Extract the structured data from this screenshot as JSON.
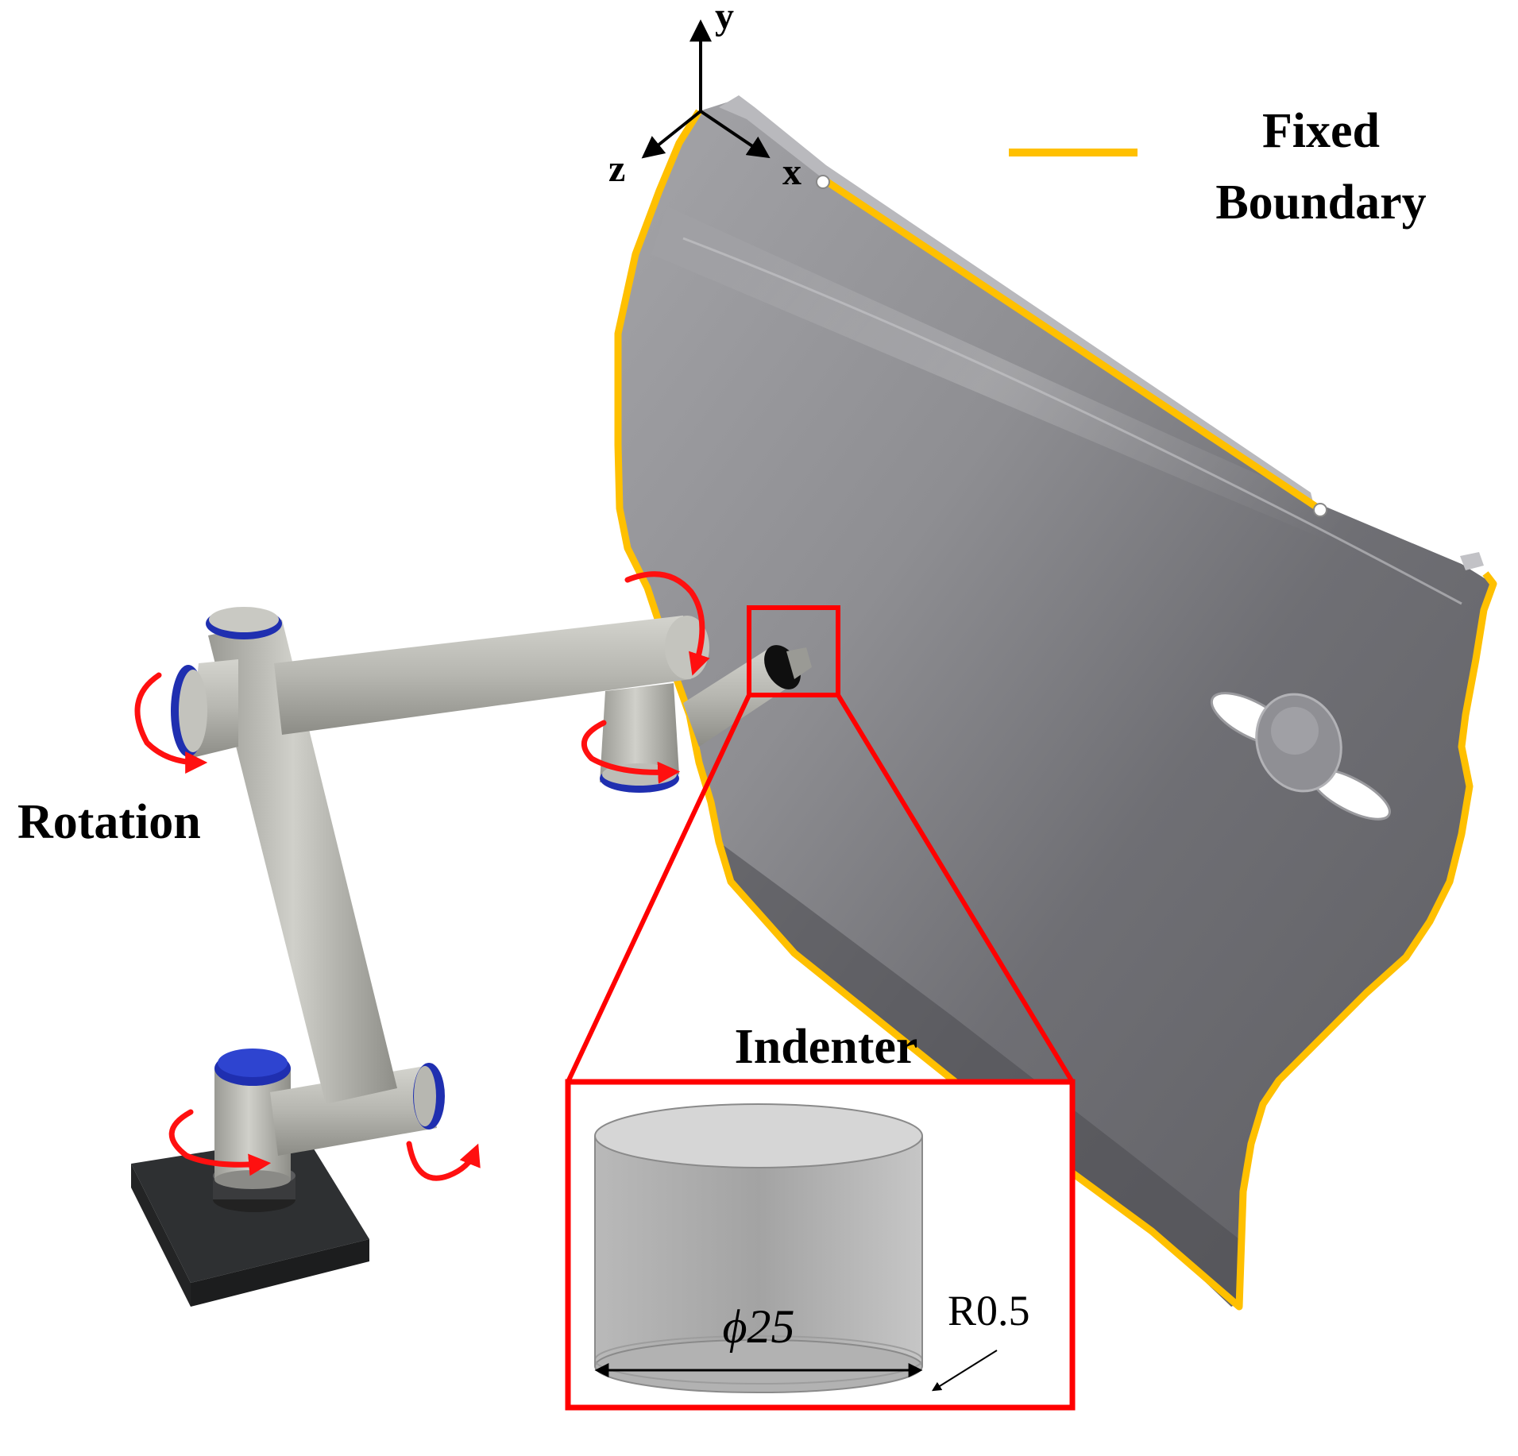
{
  "axes": {
    "y_label": "y",
    "x_label": "x",
    "z_label": "z"
  },
  "legend": {
    "line1": "Fixed",
    "line2": "Boundary",
    "line_color": "#FFC000"
  },
  "labels": {
    "rotation": "Rotation",
    "indenter": "Indenter",
    "diameter": "ϕ25",
    "radius": "R0.5"
  },
  "colors": {
    "highlight_box": "#FF0000",
    "rotation_arrows": "#FF0000",
    "joint_caps": "#1F2FB0",
    "arm": "#B4B4AE",
    "door": "#8C8C90",
    "base": "#2A2C2E"
  },
  "icons": {
    "coordinate_axes": "xyz-triad-icon",
    "rotation_arrow": "curved-arrow-icon"
  }
}
